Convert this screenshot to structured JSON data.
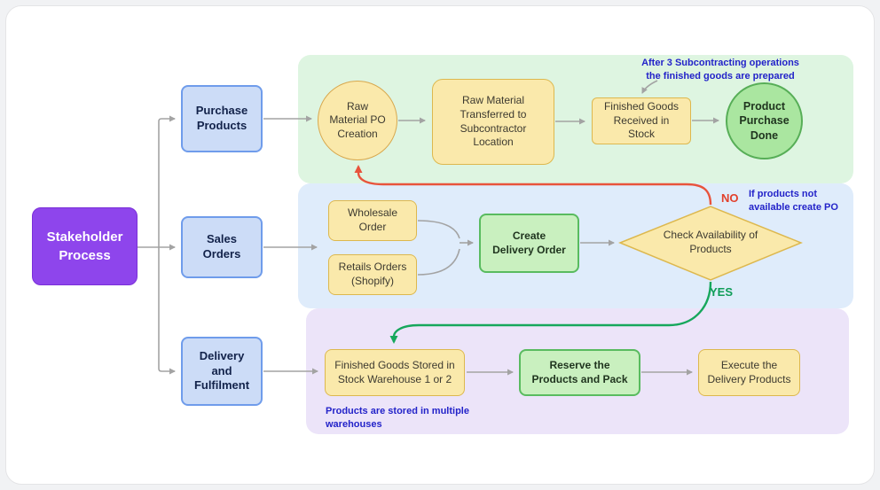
{
  "root": {
    "label": "Stakeholder Process"
  },
  "branches": {
    "purchase": "Purchase Products",
    "sales": "Sales Orders",
    "delivery": "Delivery and Fulfilment"
  },
  "purchase_lane": {
    "raw_po_creation": "Raw Material PO Creation",
    "raw_transfer": "Raw Material Transferred to Subcontractor Location",
    "finished_goods_received": "Finished Goods Received in Stock",
    "product_purchase_done": "Product Purchase Done",
    "annotation": "After 3 Subcontracting operations the finished goods are prepared"
  },
  "sales_lane": {
    "wholesale_order": "Wholesale Order",
    "retail_orders": "Retails Orders (Shopify)",
    "create_delivery_order": "Create Delivery Order",
    "check_availability": "Check Availability of Products",
    "no_label": "NO",
    "yes_label": "YES",
    "no_annotation": "If products not available create PO"
  },
  "delivery_lane": {
    "finished_goods_stored": "Finished Goods Stored in Stock Warehouse 1 or 2",
    "reserve_and_pack": "Reserve the Products and Pack",
    "execute_delivery": "Execute the Delivery Products",
    "annotation": "Products are stored in multiple warehouses"
  },
  "colors": {
    "root_purple": "#8e45ec",
    "branch_fill": "#ccdcf7",
    "branch_border": "#6f9ceb",
    "yellow_fill": "#fae9ab",
    "yellow_border": "#ddb84e",
    "green_fill": "#c9f0bf",
    "green_border": "#59bb5f",
    "lane_green": "#def5e1",
    "lane_blue": "#dfecfb",
    "lane_purple": "#ece4f9",
    "annotation_blue": "#2323c9",
    "no_red": "#e2402c",
    "yes_green": "#0f9d58",
    "connector_gray": "#a3a3a3"
  }
}
